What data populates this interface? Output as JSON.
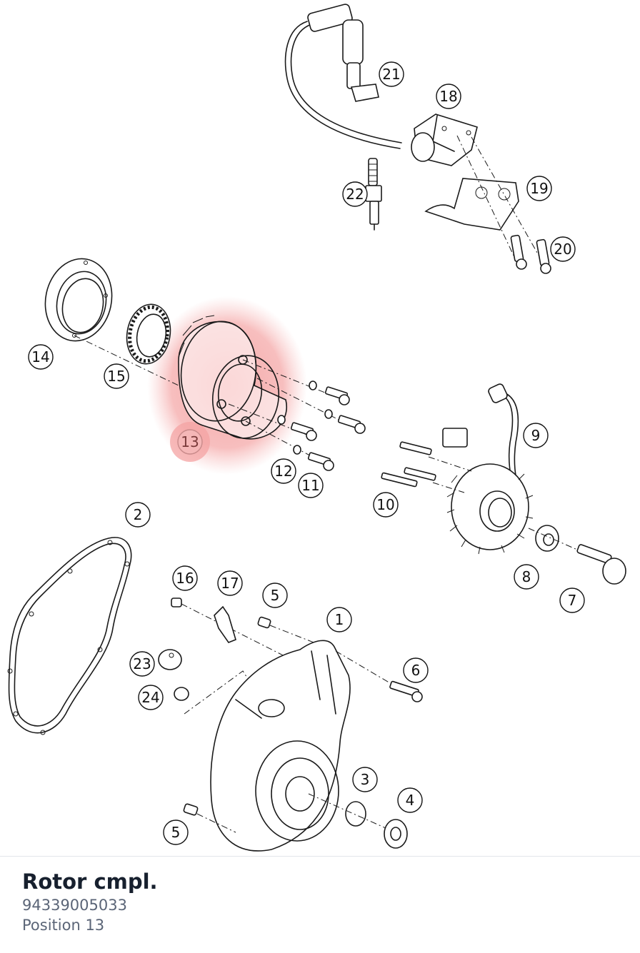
{
  "part": {
    "name": "Rotor cmpl.",
    "number": "94339005033",
    "position": "Position 13"
  },
  "diagram": {
    "highlight_color": "#f4a3a3",
    "selected_callout": "13",
    "callouts": [
      "1",
      "2",
      "3",
      "4",
      "5",
      "5",
      "6",
      "7",
      "8",
      "9",
      "10",
      "11",
      "12",
      "13",
      "14",
      "15",
      "16",
      "17",
      "18",
      "19",
      "20",
      "21",
      "22",
      "23",
      "24"
    ]
  }
}
